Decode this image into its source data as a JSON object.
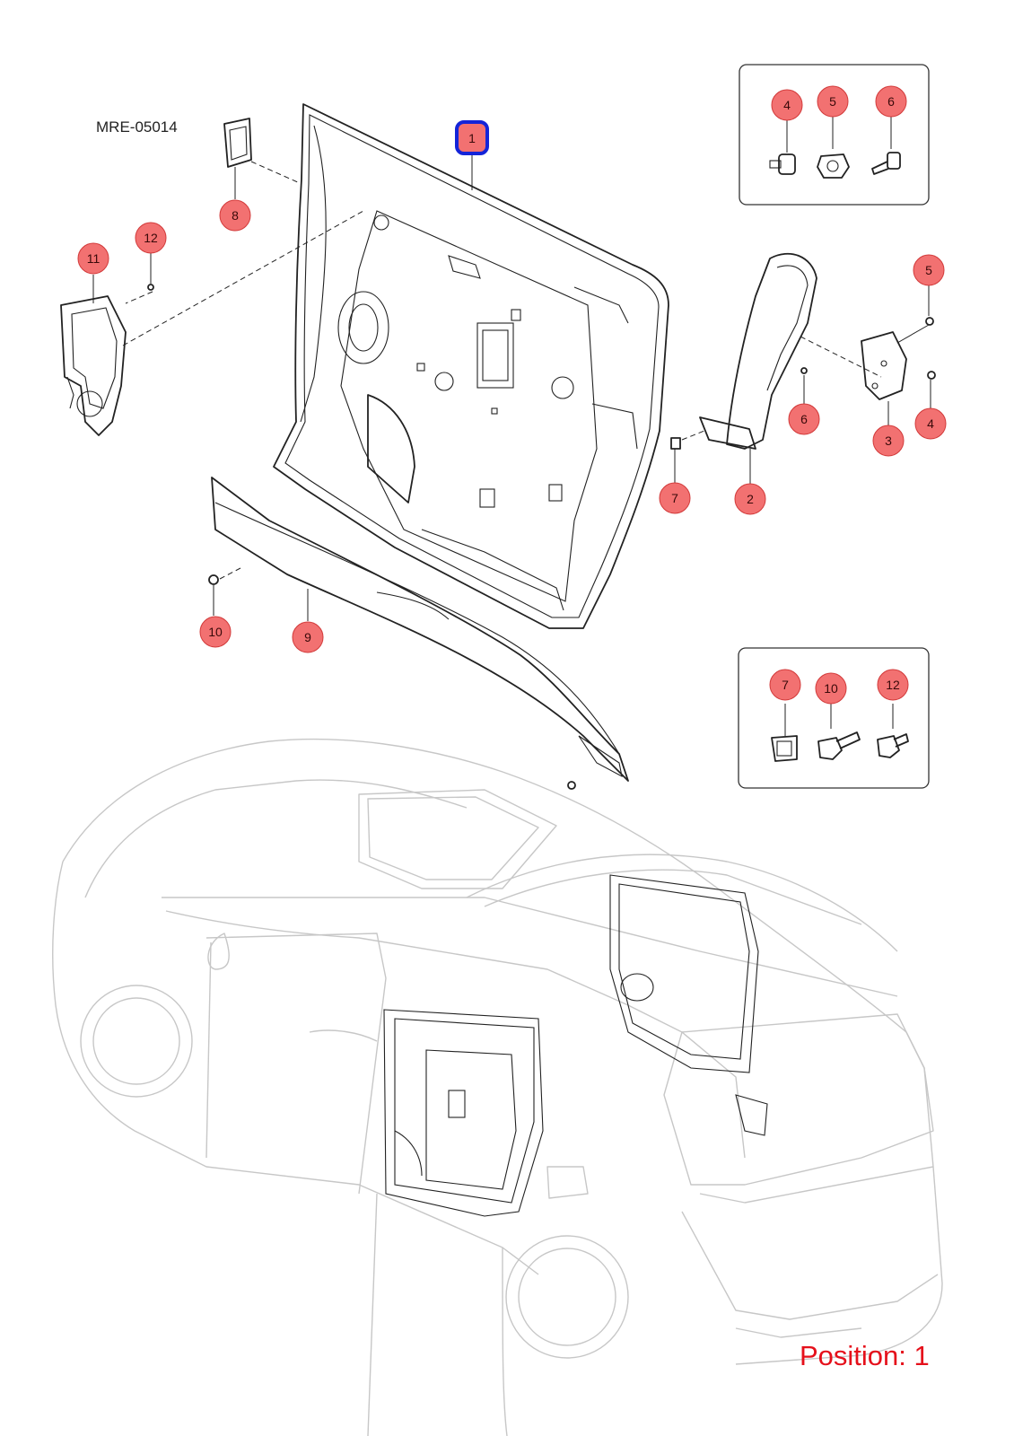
{
  "diagram_code": "MRE-05014",
  "position_label": "Position: 1",
  "colors": {
    "callout_fill": "#f27171",
    "callout_stroke": "#d23a3a",
    "selected_highlight": "#1424d8",
    "position_text": "#e5101b",
    "vehicle_line": "#c7c7c7"
  },
  "selected_part": "1",
  "callouts": [
    {
      "id": "1",
      "label": "1",
      "selected": true
    },
    {
      "id": "2",
      "label": "2"
    },
    {
      "id": "3",
      "label": "3"
    },
    {
      "id": "4a",
      "label": "4"
    },
    {
      "id": "5a",
      "label": "5"
    },
    {
      "id": "6a",
      "label": "6"
    },
    {
      "id": "7",
      "label": "7"
    },
    {
      "id": "8",
      "label": "8"
    },
    {
      "id": "9",
      "label": "9"
    },
    {
      "id": "10",
      "label": "10"
    },
    {
      "id": "11",
      "label": "11"
    },
    {
      "id": "12",
      "label": "12"
    },
    {
      "id": "box1-4",
      "label": "4"
    },
    {
      "id": "box1-5",
      "label": "5"
    },
    {
      "id": "box1-6",
      "label": "6"
    },
    {
      "id": "box2-7",
      "label": "7"
    },
    {
      "id": "box2-10",
      "label": "10"
    },
    {
      "id": "box2-12",
      "label": "12"
    }
  ]
}
